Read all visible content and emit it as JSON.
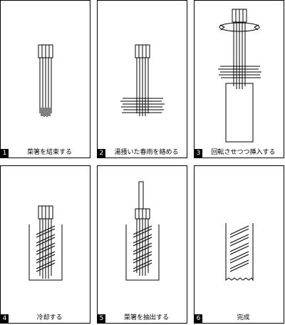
{
  "steps": [
    {
      "number": "1",
      "caption": "菜箸を結束する"
    },
    {
      "number": "2",
      "caption": "湯掻いた春雨を絡める"
    },
    {
      "number": "3",
      "caption": "回転させつつ挿入する"
    },
    {
      "number": "4",
      "caption": "冷却する"
    },
    {
      "number": "5",
      "caption": "菜箸を抽出する"
    },
    {
      "number": "6",
      "caption": "完成"
    }
  ]
}
